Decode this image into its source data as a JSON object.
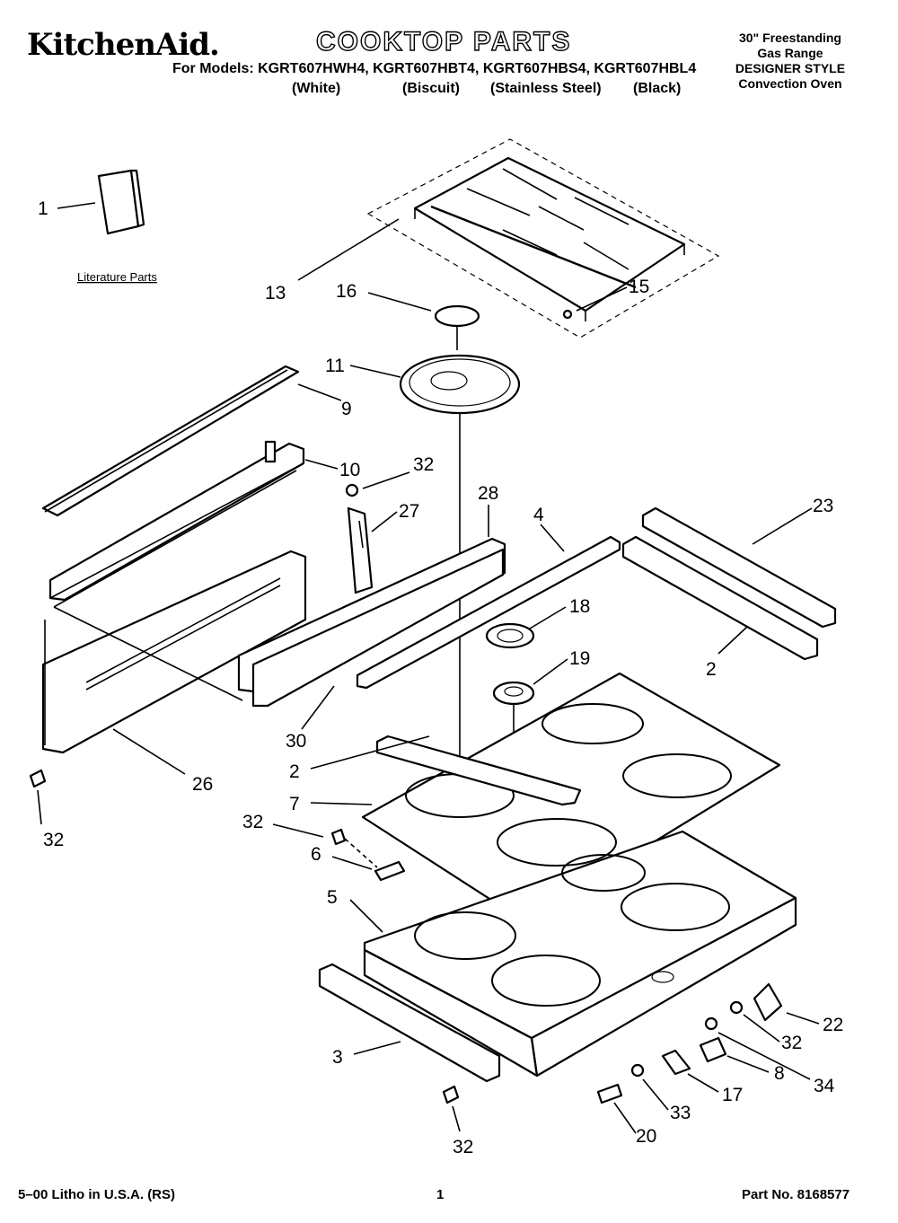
{
  "header": {
    "brand": "KitchenAid.",
    "title": "COOKTOP PARTS",
    "models_line": "For Models: KGRT607HWH4, KGRT607HBT4, KGRT607HBS4, KGRT607HBL4",
    "colors": [
      "(White)",
      "(Biscuit)",
      "(Stainless Steel)",
      "(Black)"
    ],
    "right_block": [
      "30\" Freestanding",
      "Gas Range",
      "DESIGNER STYLE",
      "Convection Oven"
    ]
  },
  "literature_label": "Literature Parts",
  "callouts": [
    "1",
    "13",
    "16",
    "15",
    "11",
    "9",
    "10",
    "32",
    "27",
    "28",
    "4",
    "23",
    "18",
    "19",
    "2",
    "26",
    "30",
    "2",
    "7",
    "32",
    "32",
    "6",
    "5",
    "3",
    "22",
    "32",
    "8",
    "34",
    "17",
    "33",
    "20",
    "32"
  ],
  "footer": {
    "left": "5–00 Litho in U.S.A. (RS)",
    "page": "1",
    "part_no": "Part No. 8168577"
  }
}
